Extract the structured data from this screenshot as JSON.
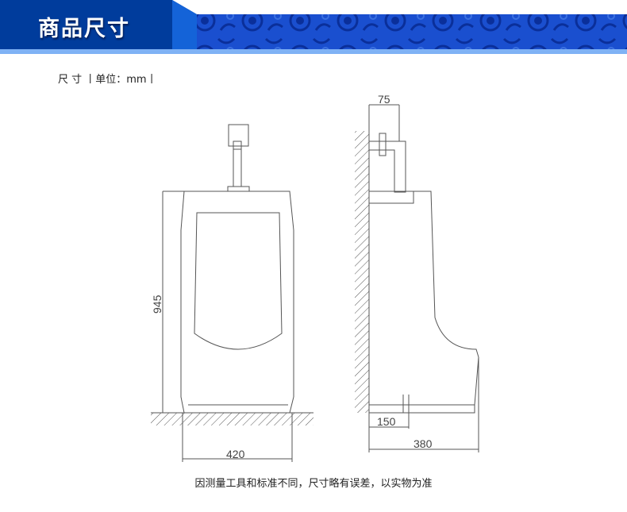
{
  "header": {
    "title": "商品尺寸",
    "colors": {
      "dark": "#003c9c",
      "light": "#7fb2f5",
      "accent": "#1463d8"
    }
  },
  "unit_label": "尺 寸 丨单位：mm丨",
  "dimensions": {
    "height": "945",
    "front_width": "420",
    "depth": "380",
    "outlet": "150",
    "valve_offset": "75"
  },
  "note": "因测量工具和标准不同，尺寸略有误差，以实物为准"
}
